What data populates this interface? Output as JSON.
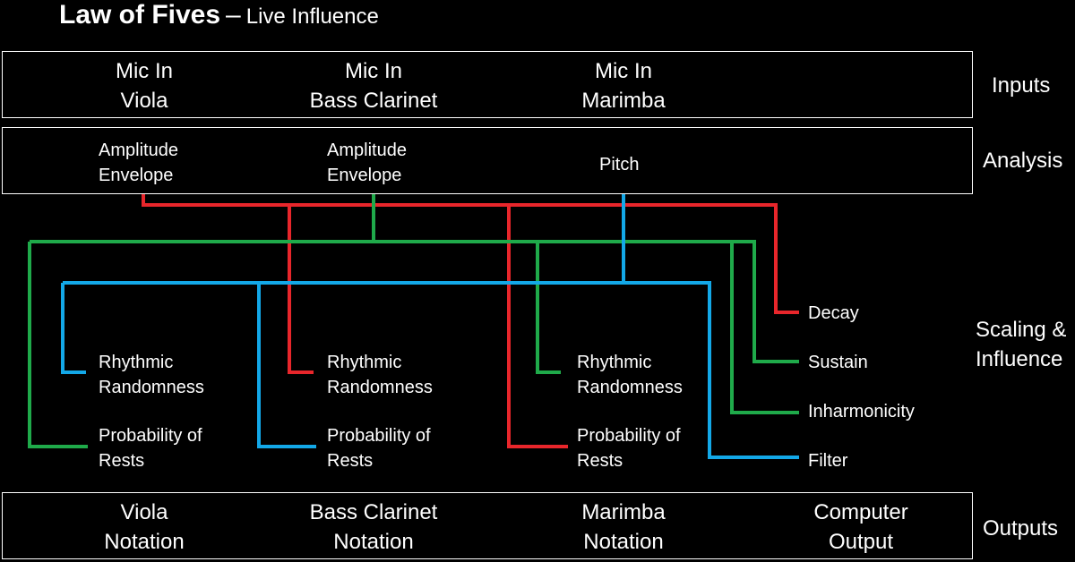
{
  "title": {
    "main": "Law of Fives",
    "separator": "–",
    "sub": "Live Influence"
  },
  "colors": {
    "background": "#000000",
    "text": "#ffffff",
    "red": "#e8262b",
    "green": "#1faa4a",
    "blue": "#13a8e8"
  },
  "inputs": [
    {
      "l1": "Mic In",
      "l2": "Viola"
    },
    {
      "l1": "Mic In",
      "l2": "Bass Clarinet"
    },
    {
      "l1": "Mic In",
      "l2": "Marimba"
    }
  ],
  "analysis": [
    {
      "l1": "Amplitude",
      "l2": "Envelope"
    },
    {
      "l1": "Amplitude",
      "l2": "Envelope"
    },
    {
      "l1": "Pitch"
    }
  ],
  "nodes": {
    "col1": {
      "rr1": "Rhythmic",
      "rr2": "Randomness",
      "pr1": "Probability of",
      "pr2": "Rests"
    },
    "col2": {
      "rr1": "Rhythmic",
      "rr2": "Randomness",
      "pr1": "Probability of",
      "pr2": "Rests"
    },
    "col3": {
      "rr1": "Rhythmic",
      "rr2": "Randomness",
      "pr1": "Probability of",
      "pr2": "Rests"
    },
    "col4": {
      "decay": "Decay",
      "sustain": "Sustain",
      "inharmonicity": "Inharmonicity",
      "filter": "Filter"
    }
  },
  "outputs": [
    {
      "l1": "Viola",
      "l2": "Notation"
    },
    {
      "l1": "Bass Clarinet",
      "l2": "Notation"
    },
    {
      "l1": "Marimba",
      "l2": "Notation"
    },
    {
      "l1": "Computer",
      "l2": "Output"
    }
  ],
  "side_labels": {
    "inputs": "Inputs",
    "analysis": "Analysis",
    "scaling1": "Scaling &",
    "scaling2": "Influence",
    "outputs": "Outputs"
  }
}
